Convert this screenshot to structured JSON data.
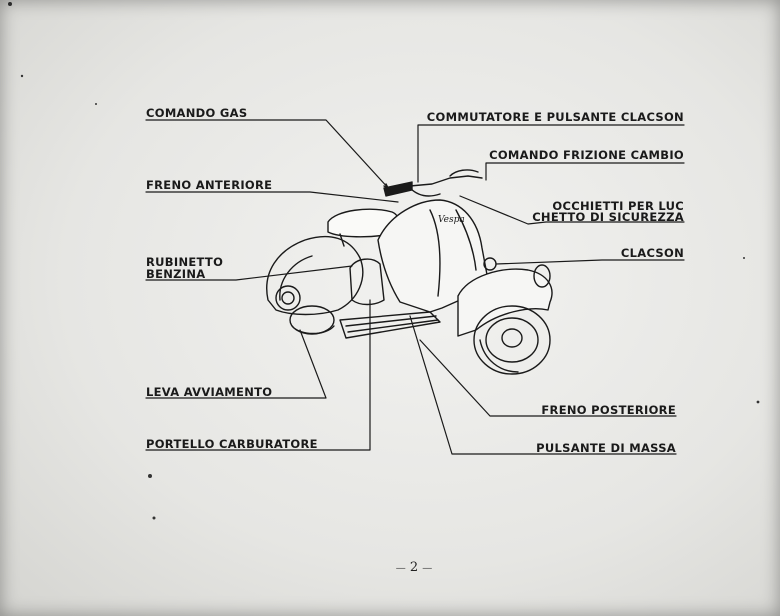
{
  "labels": {
    "comando_gas": "COMANDO GAS",
    "freno_anteriore": "FRENO ANTERIORE",
    "rubinetto_line1": "RUBINETTO",
    "rubinetto_line2": "BENZINA",
    "leva_avviamento": "LEVA AVVIAMENTO",
    "portello_carburatore": "PORTELLO CARBURATORE",
    "commutatore": "COMMUTATORE E PULSANTE CLACSON",
    "comando_frizione": "COMANDO FRIZIONE CAMBIO",
    "occhietti_line1": "OCCHIETTI PER LUC",
    "occhietti_line2": "CHETTO DI SICUREZZA",
    "clacson": "CLACSON",
    "freno_posteriore": "FRENO POSTERIORE",
    "pulsante_massa": "PULSANTE DI MASSA"
  },
  "page_number": "2",
  "colors": {
    "paper": "#e9e9e6",
    "ink": "#1a1a1a"
  }
}
